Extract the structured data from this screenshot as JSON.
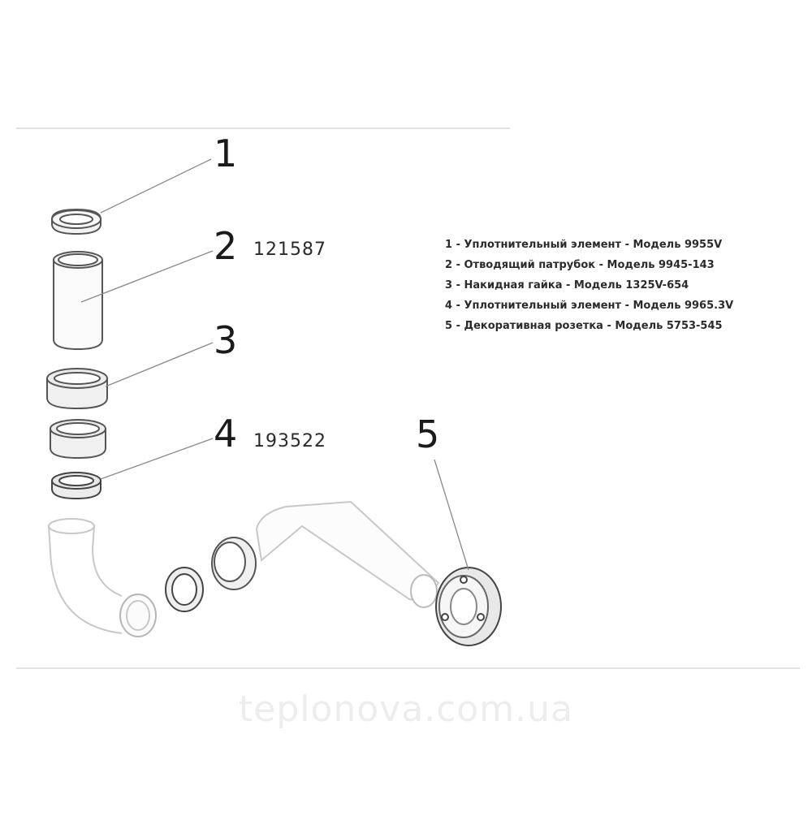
{
  "callouts": [
    {
      "number": "1",
      "code": ""
    },
    {
      "number": "2",
      "code": "121587"
    },
    {
      "number": "3",
      "code": ""
    },
    {
      "number": "4",
      "code": "193522"
    },
    {
      "number": "5",
      "code": ""
    }
  ],
  "legend": [
    "1 - Уплотнительный элемент - Модель 9955V",
    "2 - Отводящий патрубок - Модель 9945-143",
    "3 - Накидная гайка - Модель 1325V-654",
    "4 - Уплотнительный элемент - Модель 9965.3V",
    "5 - Декоративная розетка - Модель 5753-545"
  ],
  "watermark": "teplonova.com.ua",
  "colors": {
    "line": "#555555",
    "ghost": "#c8c8c8",
    "ring_fill": "#eeeeee",
    "text": "#1a1a1a"
  }
}
